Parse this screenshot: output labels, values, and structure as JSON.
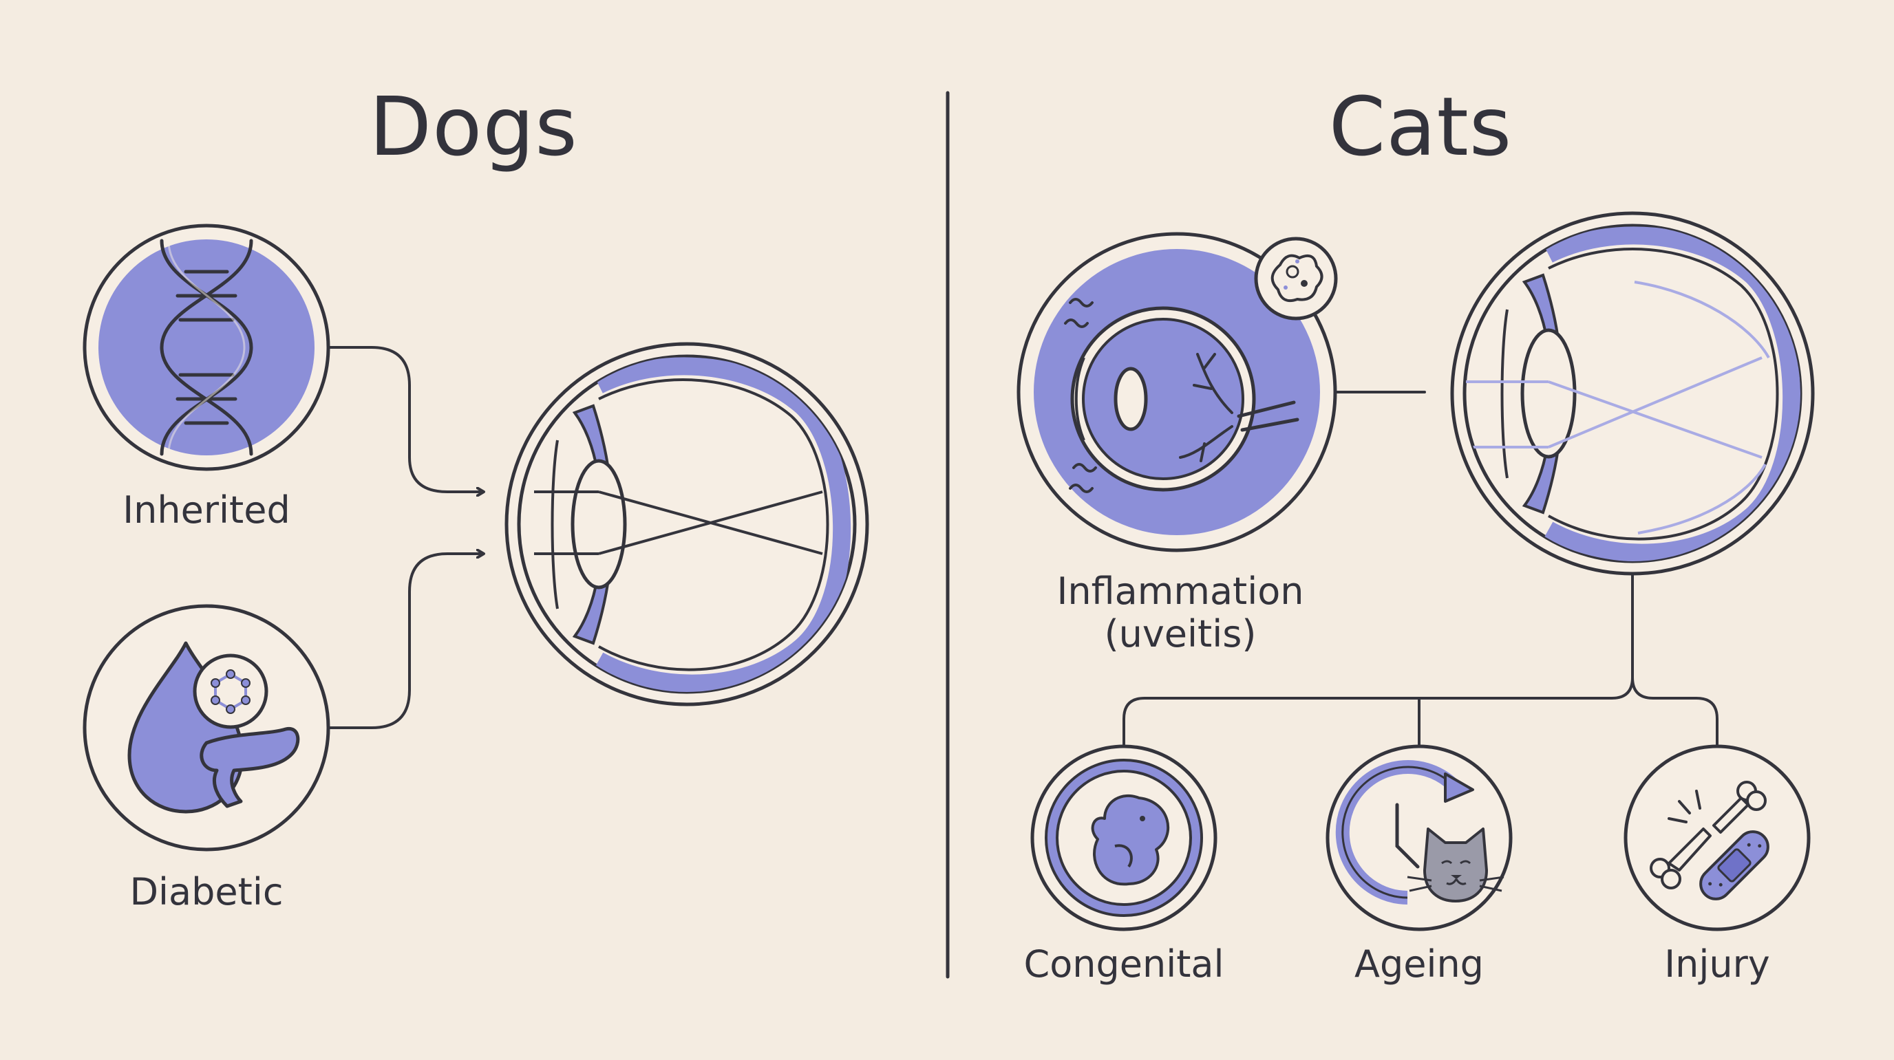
{
  "colors": {
    "background": "#f4ece1",
    "stroke": "#34343c",
    "accent": "#8c8fd8",
    "accent_light": "#a9abe4",
    "ring_fill": "#f6eee4"
  },
  "dogs": {
    "title": "Dogs",
    "causes": [
      {
        "label": "Inherited",
        "icon": "dna-icon"
      },
      {
        "label": "Diabetic",
        "icon": "pancreas-drop-icon"
      }
    ],
    "result_icon": "cataract-eye-icon"
  },
  "cats": {
    "title": "Cats",
    "primary_cause": {
      "label_line1": "Inflammation",
      "label_line2": "(uveitis)",
      "icon": "inflamed-eye-icon",
      "badge_icon": "cell-icon"
    },
    "result_icon": "cataract-eye-icon",
    "other_causes": [
      {
        "label": "Congenital",
        "icon": "embryo-icon"
      },
      {
        "label": "Ageing",
        "icon": "clock-cat-icon"
      },
      {
        "label": "Injury",
        "icon": "bone-bandage-icon"
      }
    ]
  }
}
